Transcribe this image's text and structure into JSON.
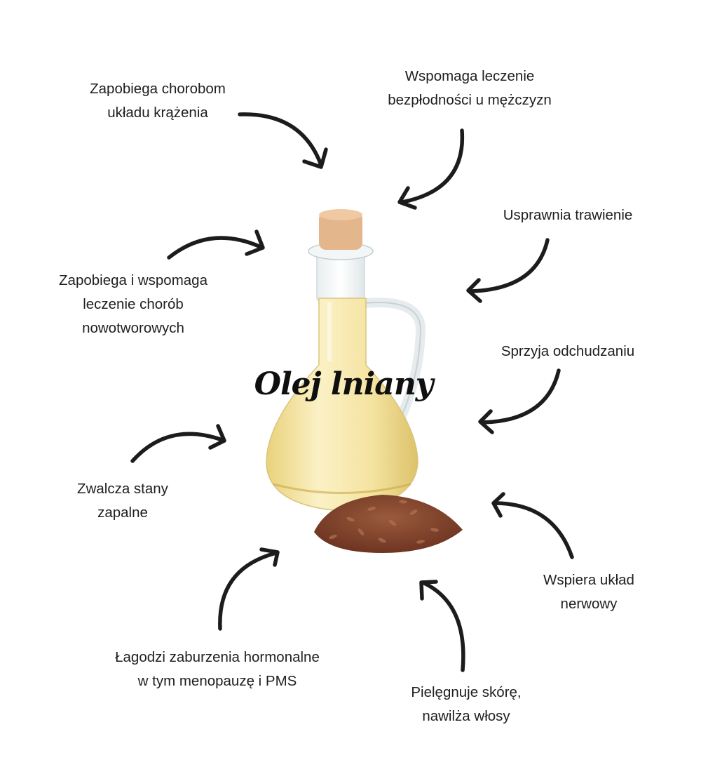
{
  "title": "Olej lniany",
  "colors": {
    "background": "#ffffff",
    "text": "#1e1e1e",
    "arrow": "#1c1c1c",
    "oil": "#f3e2a2",
    "cork": "#e3b48a",
    "seeds": "#8a4a32"
  },
  "benefits": [
    {
      "lines": [
        "Zapobiega chorobom",
        "układu krążenia"
      ]
    },
    {
      "lines": [
        "Wspomaga leczenie",
        "bezpłodności u mężczyzn"
      ]
    },
    {
      "lines": [
        "Usprawnia trawienie"
      ]
    },
    {
      "lines": [
        "Zapobiega i wspomaga",
        "leczenie chorób",
        "nowotworowych"
      ]
    },
    {
      "lines": [
        "Sprzyja odchudzaniu"
      ]
    },
    {
      "lines": [
        "Zwalcza stany",
        "zapalne"
      ]
    },
    {
      "lines": [
        "Wspiera układ",
        "nerwowy"
      ]
    },
    {
      "lines": [
        "Łagodzi zaburzenia hormonalne",
        "w tym menopauzę i PMS"
      ]
    },
    {
      "lines": [
        "Pielęgnuje skórę,",
        "nawilża włosy"
      ]
    }
  ]
}
